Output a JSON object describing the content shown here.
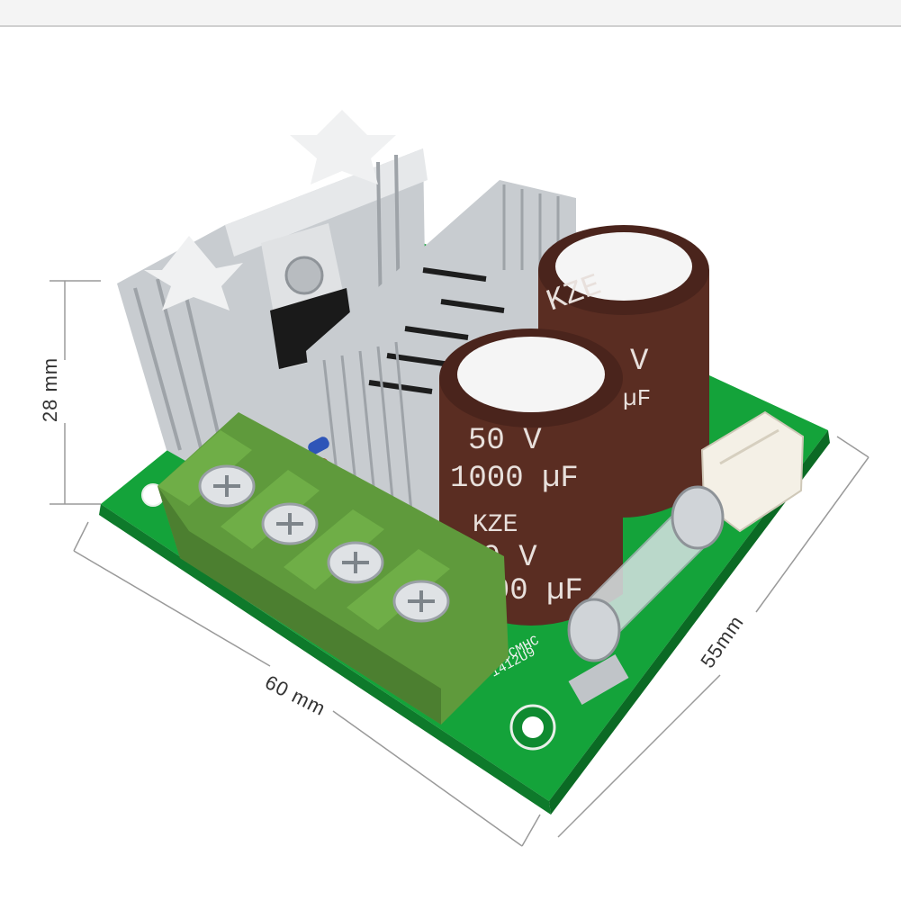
{
  "dimensions": {
    "height": "28 mm",
    "width": "60 mm",
    "depth": "55mm"
  },
  "capacitor_front": {
    "line1": "50 V",
    "line2": "1000 µF",
    "line3": "KZE",
    "line4": "50 V",
    "line5": "1000 µF"
  },
  "capacitor_back": {
    "line1": "KZE",
    "line2": "V",
    "line3": "µF"
  },
  "silkscreen": {
    "line1": "CCMHC",
    "line2": "1412U9"
  },
  "colors": {
    "pcb": "#14a33a",
    "terminal": "#5f9a3c",
    "capacitor": "#5a2d22",
    "heatsink": "#c8ccd0"
  }
}
